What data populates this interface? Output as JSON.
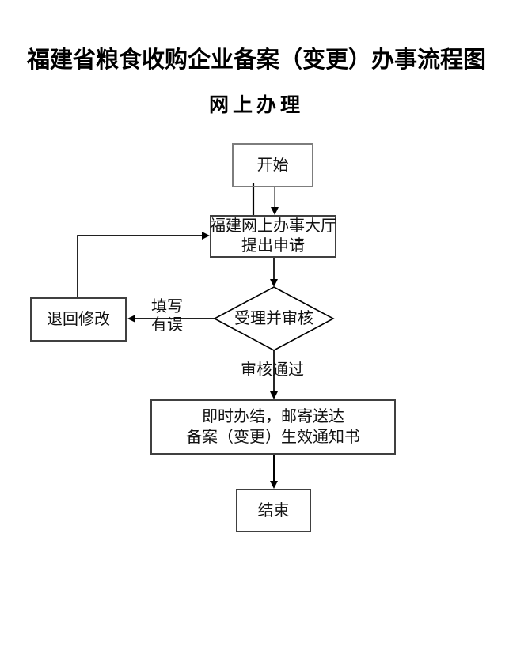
{
  "page": {
    "title": "福建省粮食收购企业备案（变更）办事流程图",
    "subtitle": "网上办理"
  },
  "flowchart": {
    "nodes": {
      "start": {
        "label": "开始",
        "shape": "rect"
      },
      "apply": {
        "line1": "福建网上办事大厅",
        "line2": "提出申请",
        "shape": "rect"
      },
      "review": {
        "label": "受理并审核",
        "shape": "diamond"
      },
      "return": {
        "label": "退回修改",
        "shape": "rect"
      },
      "result": {
        "line1": "即时办结，邮寄送达",
        "line2": "备案（变更）生效通知书",
        "shape": "rect"
      },
      "end": {
        "label": "结束",
        "shape": "rect"
      }
    },
    "edge_labels": {
      "fail": {
        "line1": "填写",
        "line2": "有误"
      },
      "pass": {
        "label": "审核通过"
      }
    },
    "colors": {
      "background": "#ffffff",
      "text": "#111111",
      "title_text": "#000000",
      "box_border_dark": "#404040",
      "box_border_gray": "#7d7d7d",
      "connector_black": "#000000",
      "connector_gray": "#808080"
    }
  }
}
